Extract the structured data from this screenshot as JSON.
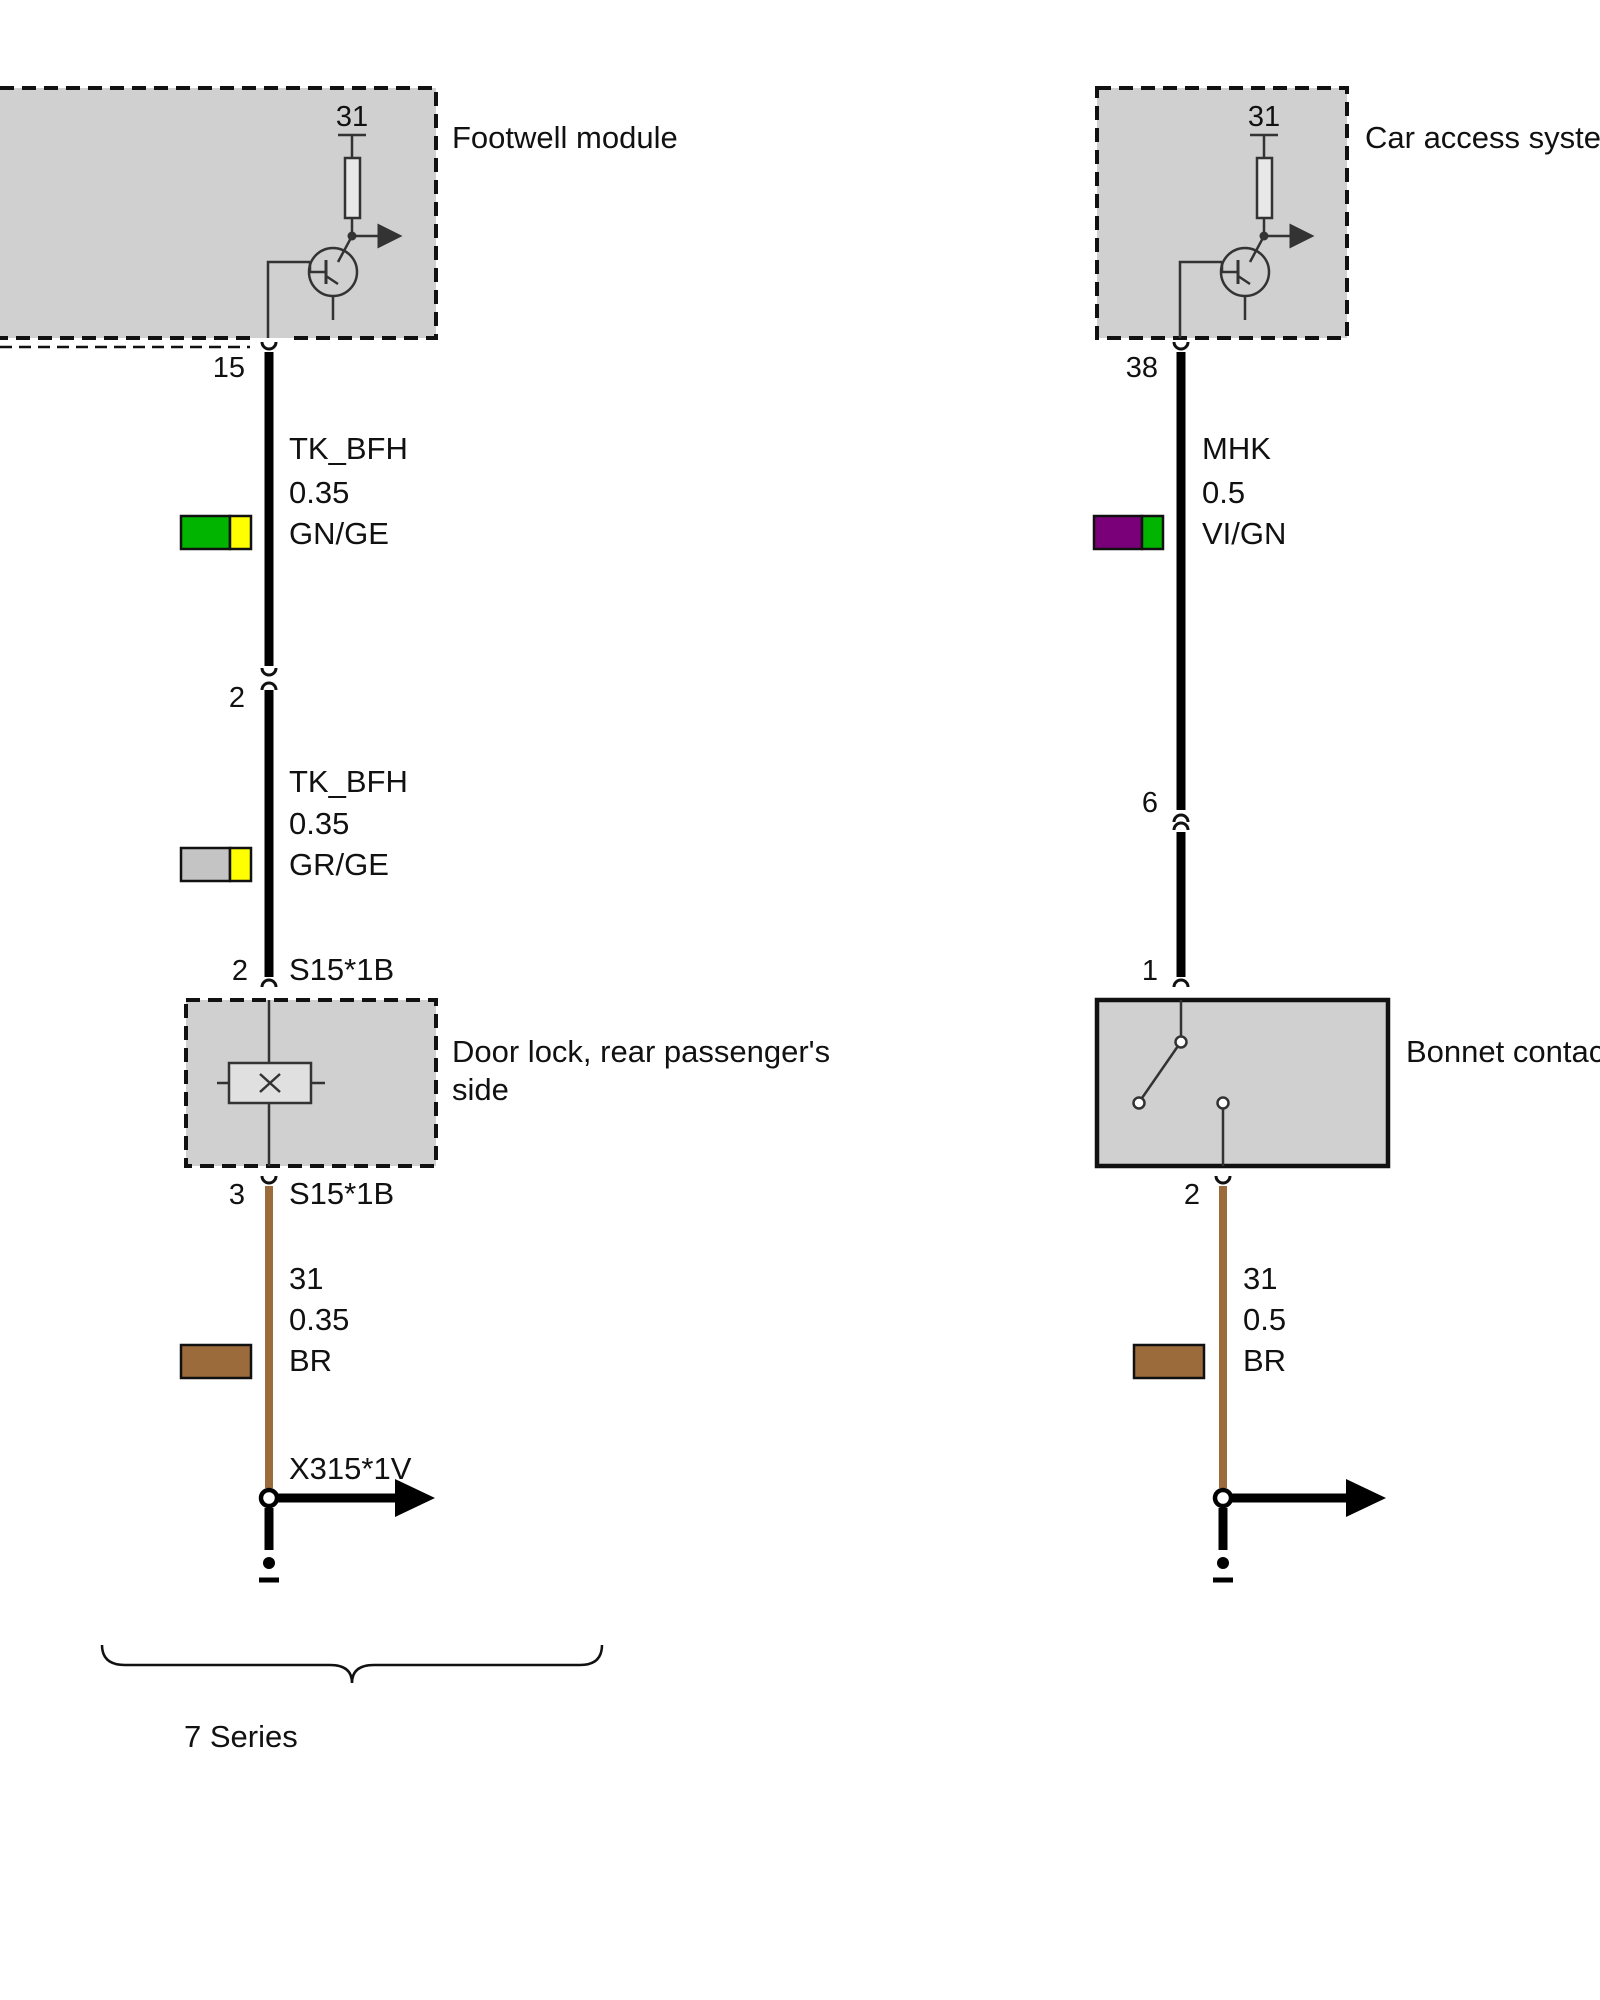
{
  "colors": {
    "box_fill": "#d0d0d0",
    "wire_black": "#000000",
    "wire_brown": "#9c6b3c",
    "swatch_green": "#00b400",
    "swatch_yellow": "#ffff00",
    "swatch_grey": "#c4c4c4",
    "swatch_violet": "#7a007a",
    "swatch_brown": "#9c6b3c"
  },
  "left_circuit": {
    "module": {
      "name": "Footwell module",
      "ground_ref": "31",
      "output_pin": "15",
      "icon": "transistor-output-icon"
    },
    "wire1": {
      "signal": "TK_BFH",
      "cross_section": "0.35",
      "color_code": "GN/GE"
    },
    "connector_pin": "2",
    "wire2": {
      "signal": "TK_BFH",
      "cross_section": "0.35",
      "color_code": "GR/GE"
    },
    "door_lock": {
      "name_line1": "Door lock, rear passenger's",
      "name_line2": "side",
      "input_pin": "2",
      "input_connector": "S15*1B",
      "output_pin": "3",
      "output_connector": "S15*1B",
      "icon": "lock-actuator-icon"
    },
    "wire3": {
      "signal": "31",
      "cross_section": "0.35",
      "color_code": "BR"
    },
    "ground_connector": "X315*1V",
    "bracket_label": "7 Series"
  },
  "right_circuit": {
    "module": {
      "name": "Car access syste",
      "ground_ref": "31",
      "output_pin": "38",
      "icon": "transistor-output-icon"
    },
    "wire1": {
      "signal": "MHK",
      "cross_section": "0.5",
      "color_code": "VI/GN"
    },
    "connector_pin": "6",
    "bonnet_contact": {
      "name": "Bonnet contac",
      "input_pin": "1",
      "output_pin": "2",
      "icon": "switch-icon"
    },
    "wire2": {
      "signal": "31",
      "cross_section": "0.5",
      "color_code": "BR"
    }
  }
}
